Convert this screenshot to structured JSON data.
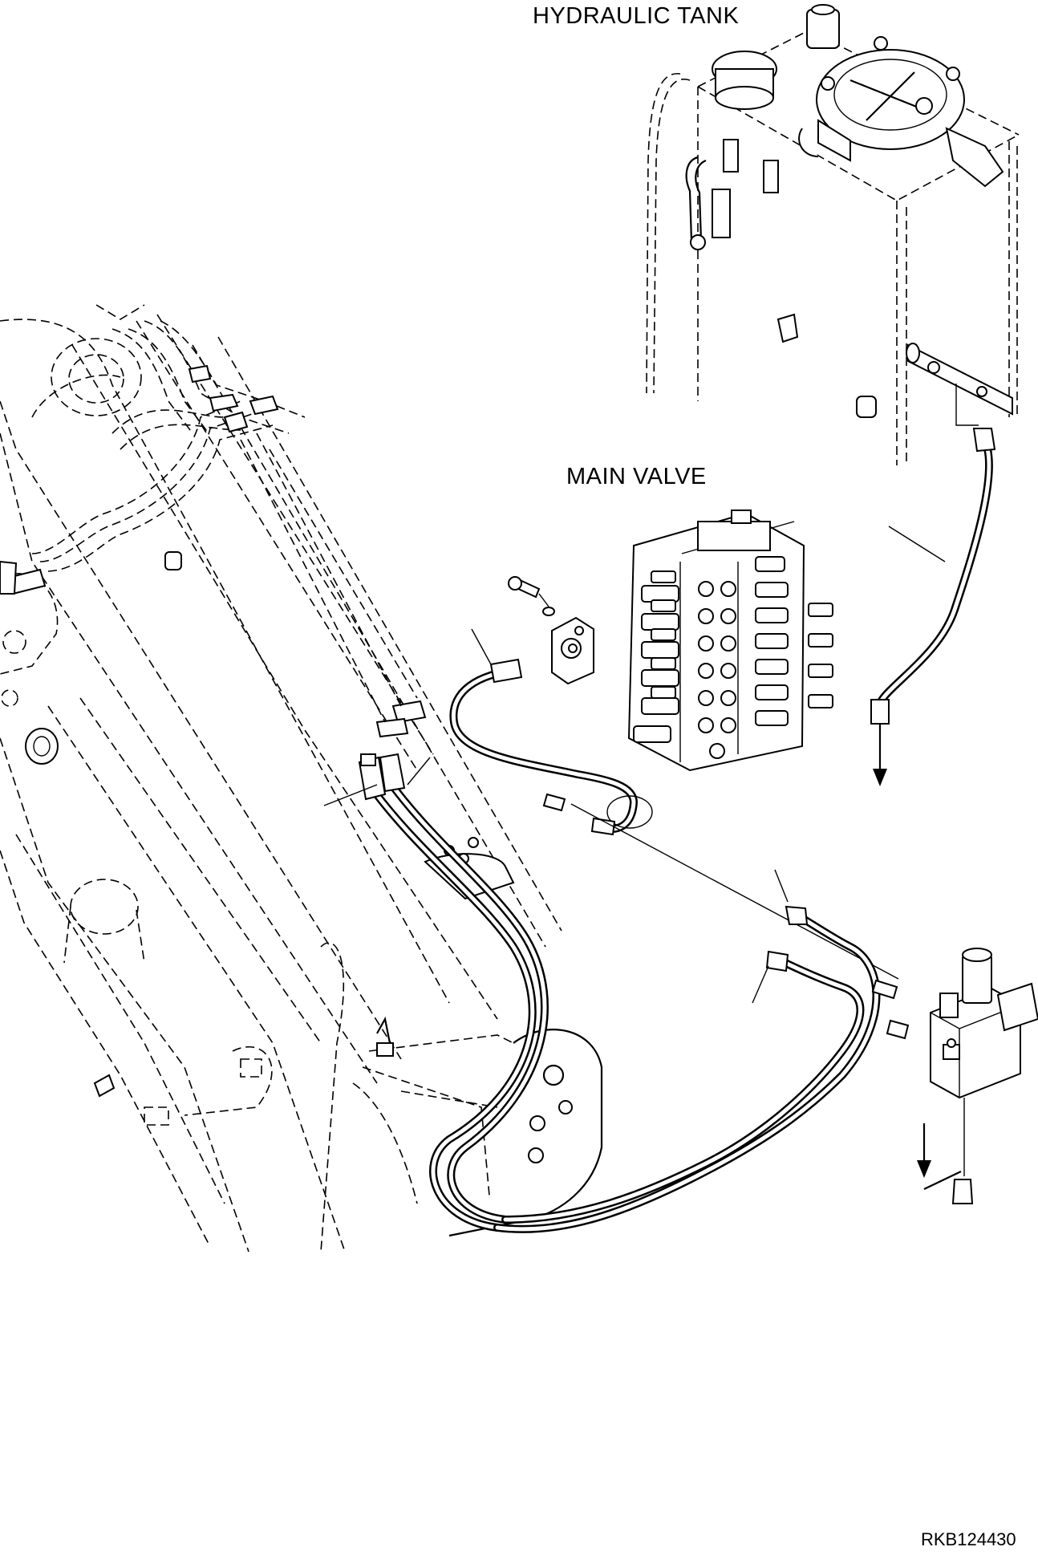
{
  "labels": {
    "hydraulic_tank": "HYDRAULIC TANK",
    "main_valve": "MAIN VALVE",
    "drawing_code": "RKB124430"
  }
}
